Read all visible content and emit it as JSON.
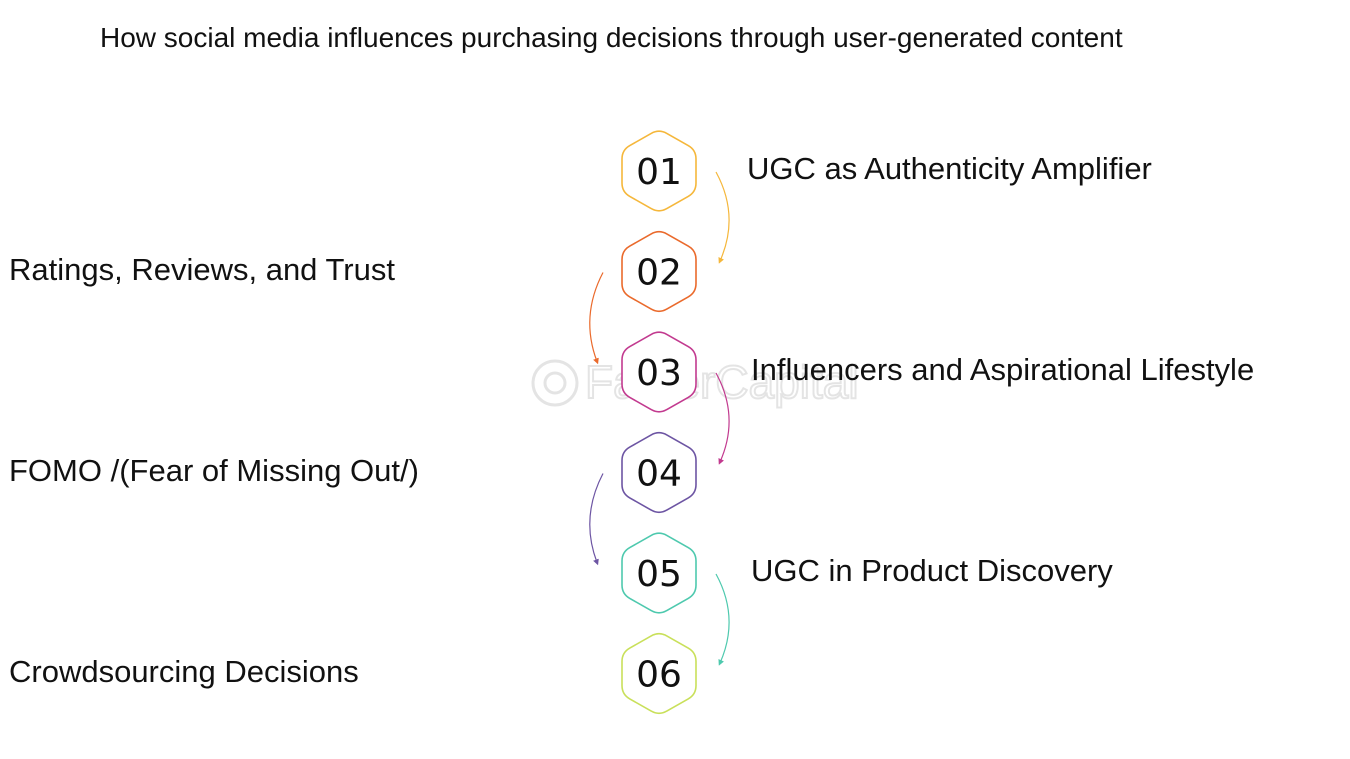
{
  "title": "How social media influences purchasing decisions through user-generated content",
  "steps": [
    {
      "number": "01",
      "label": "UGC as Authenticity Amplifier",
      "color": "#f5b73b",
      "side": "right"
    },
    {
      "number": "02",
      "label": "Ratings, Reviews, and Trust",
      "color": "#ea6a2c",
      "side": "left"
    },
    {
      "number": "03",
      "label": "Influencers and Aspirational Lifestyle",
      "color": "#c23a8f",
      "side": "right"
    },
    {
      "number": "04",
      "label": "FOMO /(Fear of Missing Out/)",
      "color": "#6d55a3",
      "side": "left"
    },
    {
      "number": "05",
      "label": "UGC in Product Discovery",
      "color": "#4ec9ae",
      "side": "right"
    },
    {
      "number": "06",
      "label": "Crowdsourcing Decisions",
      "color": "#c9e05a",
      "side": "left"
    }
  ],
  "watermark": {
    "text": "FasterCapital",
    "icon": "gear-icon"
  }
}
